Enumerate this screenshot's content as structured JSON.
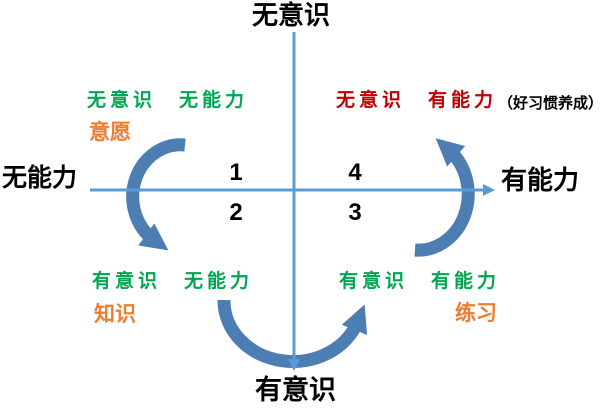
{
  "diagram": {
    "title_semantics": "four-stages-of-competence-cycle",
    "axis_labels": {
      "top": "无意识",
      "bottom": "有意识",
      "left": "无能力",
      "right": "有能力"
    },
    "quadrants": [
      {
        "number": "1",
        "phrase": "无意识　无能力",
        "phrase_color": "green",
        "tag": "意愿",
        "note": ""
      },
      {
        "number": "2",
        "phrase": "有意识　无能力",
        "phrase_color": "green",
        "tag": "知识",
        "note": ""
      },
      {
        "number": "3",
        "phrase": "有意识　有能力",
        "phrase_color": "green",
        "tag": "练习",
        "note": ""
      },
      {
        "number": "4",
        "phrase": "无意识　有能力",
        "phrase_color": "red",
        "tag": "",
        "note": "（好习惯养成）"
      }
    ],
    "colors": {
      "axis": "#5B9BD5",
      "arrow": "#4C7DB3",
      "green": "#00A651",
      "orange": "#ED7D31",
      "red": "#C00000",
      "text": "#000000"
    }
  }
}
